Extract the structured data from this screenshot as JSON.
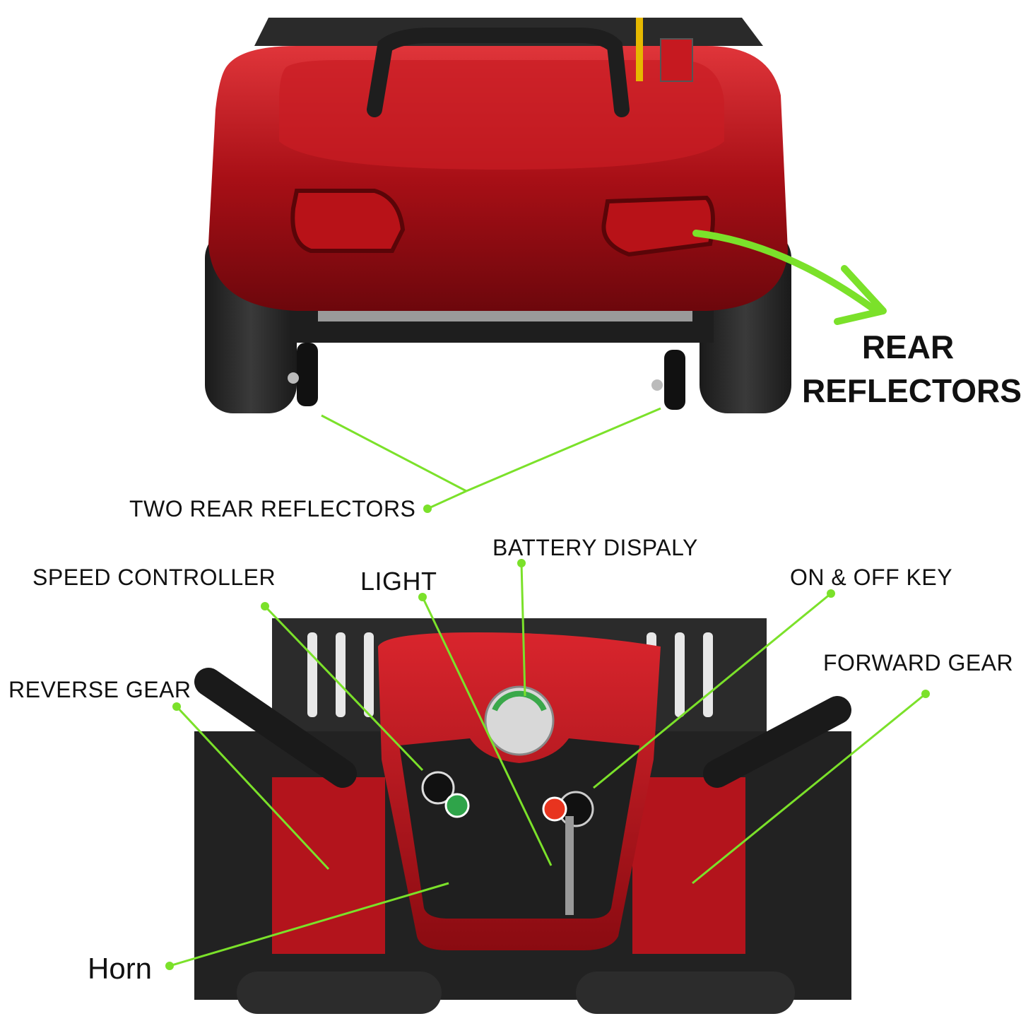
{
  "labels": {
    "rear_reflectors_title_line1": "REAR",
    "rear_reflectors_title_line2": "REFLECTORS",
    "two_rear_reflectors": "TWO REAR REFLECTORS",
    "battery_display": "BATTERY DISPALY",
    "speed_controller": "SPEED CONTROLLER",
    "light": "LIGHT",
    "on_off_key": "ON & OFF KEY",
    "forward_gear": "FORWARD GEAR",
    "reverse_gear": "REVERSE GEAR",
    "horn": "Horn"
  },
  "colors": {
    "callout_green": "#7be12a",
    "scooter_red": "#b3141c"
  },
  "icons": [
    "power-icon",
    "horn-icon",
    "light-icon"
  ]
}
